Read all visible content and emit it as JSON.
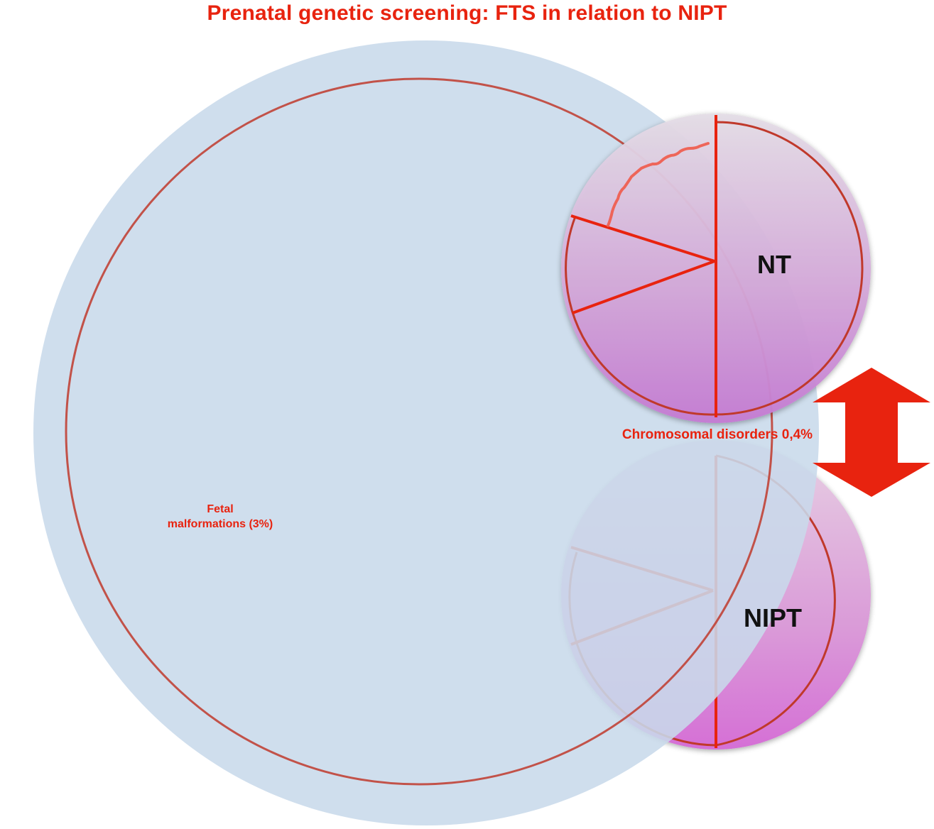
{
  "title": "Prenatal genetic screening: FTS in relation to NIPT",
  "labels": {
    "fetal_line1": "Fetal",
    "fetal_line2": "malformations (3%)",
    "chromosomal": "Chromosomal disorders 0,4%",
    "nt": "NT",
    "nipt": "NIPT"
  },
  "colors": {
    "title_red": "#e8230f",
    "big_circle_fill": "#cddcec",
    "outline_red": "#c0392b",
    "arrow_red": "#e8230f",
    "purple_light": "#e3cde3",
    "purple_dark": "#c07fd0"
  }
}
